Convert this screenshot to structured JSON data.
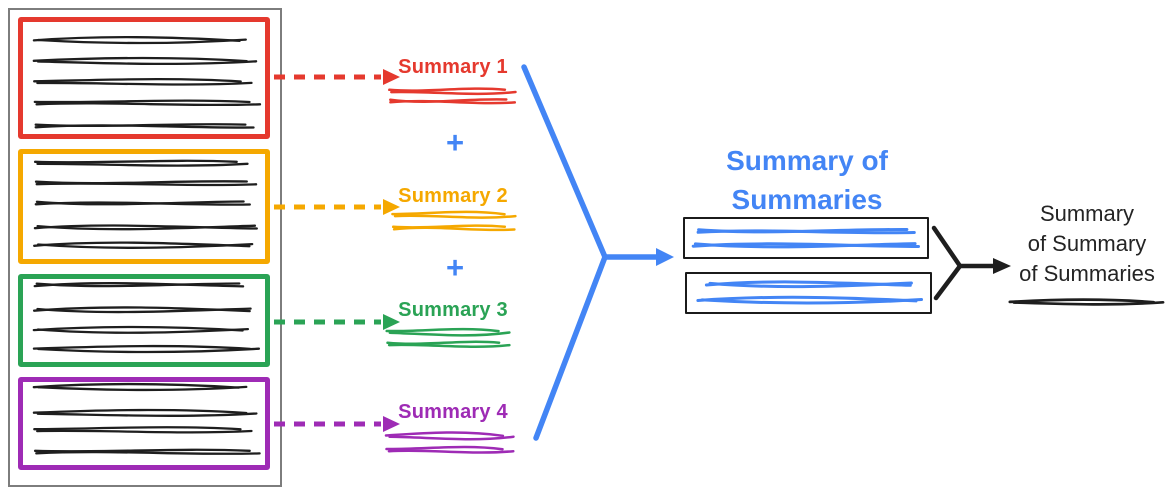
{
  "colors": {
    "red": "#e5392e",
    "amber": "#f5a800",
    "green": "#2aa355",
    "purple": "#9e2bb5",
    "blue": "#4385f5",
    "ink": "#1e1e1e",
    "gray": "#7d7d7d"
  },
  "plus": "+",
  "summaries": [
    {
      "label": "Summary 1",
      "source_section_color": "red"
    },
    {
      "label": "Summary 2",
      "source_section_color": "amber"
    },
    {
      "label": "Summary 3",
      "source_section_color": "green"
    },
    {
      "label": "Summary 4",
      "source_section_color": "purple"
    }
  ],
  "merged": {
    "title": "Summary of Summaries",
    "box_count": 2
  },
  "final": {
    "label": "Summary of Summary of Summaries",
    "lines": [
      "Summary",
      "of Summary",
      "of Summaries"
    ]
  }
}
